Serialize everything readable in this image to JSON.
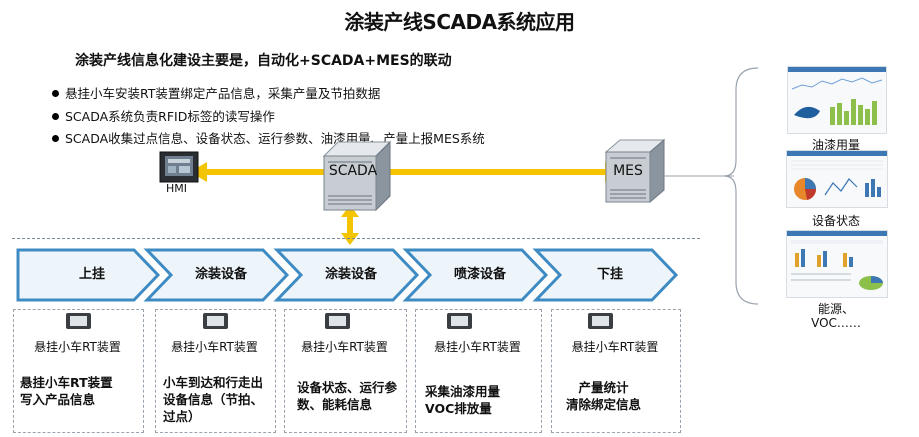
{
  "title": "涂装产线SCADA系统应用",
  "subtitle": "涂装产线信息化建设主要是，自动化+SCADA+MES的联动",
  "bullets": [
    "悬挂小车安装RT装置绑定产品信息，采集产量及节拍数据",
    "SCADA系统负责RFID标签的读写操作",
    "SCADA收集过点信息、设备状态、运行参数、油漆用量、产量上报MES系统"
  ],
  "nodes": {
    "hmi": "HMI",
    "scada": "SCADA",
    "mes": "MES"
  },
  "colors": {
    "arrow": "#F5C400",
    "chevron_border": "#3E8BC4",
    "chevron_fill": "#EEF5FA"
  },
  "steps": [
    "上挂",
    "涂装设备",
    "涂装设备",
    "喷漆设备",
    "下挂"
  ],
  "boxes": [
    {
      "device": "悬挂小车RT装置",
      "desc": [
        "悬挂小车RT装置",
        "写入产品信息"
      ]
    },
    {
      "device": "悬挂小车RT装置",
      "desc": [
        "小车到达和行走出",
        "设备信息（节拍、",
        "过点）"
      ]
    },
    {
      "device": "悬挂小车RT装置",
      "desc": [
        "设备状态、运行参",
        "数、能耗信息"
      ]
    },
    {
      "device": "悬挂小车RT装置",
      "desc": [
        "采集油漆用量",
        "VOC排放量"
      ]
    },
    {
      "device": "悬挂小车RT装置",
      "desc": [
        "产量统计",
        "清除绑定信息"
      ]
    }
  ],
  "right_labels": [
    "油漆用量",
    "设备状态",
    "能源、",
    "VOC……"
  ]
}
